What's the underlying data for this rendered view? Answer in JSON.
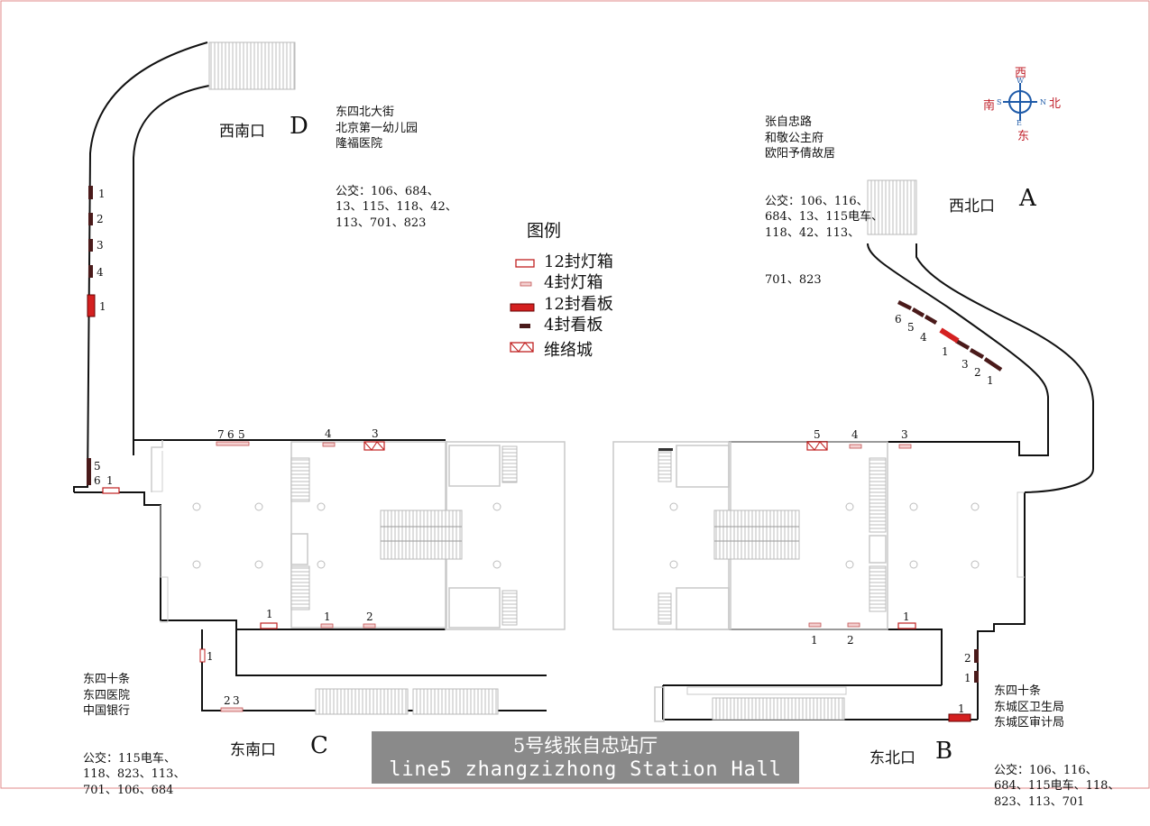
{
  "legend": {
    "title": "图例",
    "items": [
      {
        "label": "12封灯箱",
        "symbol": "lightbox-12"
      },
      {
        "label": "4封灯箱",
        "symbol": "lightbox-4"
      },
      {
        "label": "12封看板",
        "symbol": "board-12"
      },
      {
        "label": "4封看板",
        "symbol": "board-4"
      },
      {
        "label": "维络城",
        "symbol": "vlocity"
      }
    ]
  },
  "compass": {
    "west": "西",
    "west_s": "W",
    "east": "东",
    "east_s": "E",
    "south": "南",
    "south_s": "S",
    "north": "北",
    "north_s": "N"
  },
  "exits": {
    "d": {
      "name": "西南口",
      "letter": "D",
      "info": [
        "东四北大街",
        "北京第一幼儿园",
        "隆福医院",
        "公交：106、684、",
        "13、115、118、42、",
        "113、701、823"
      ]
    },
    "a": {
      "name": "西北口",
      "letter": "A",
      "info": [
        "张自忠路",
        "和敬公主府",
        "欧阳予倩故居",
        "公交：106、116、",
        "684、13、115电车、",
        "118、42、113、",
        "701、823"
      ]
    },
    "c": {
      "name": "东南口",
      "letter": "C",
      "info": [
        "东四十条",
        "东四医院",
        "中国银行",
        "公交：115电车、",
        "118、823、113、",
        "701、106、684"
      ]
    },
    "b": {
      "name": "东北口",
      "letter": "B",
      "info": [
        "东四十条",
        "东城区卫生局",
        "东城区审计局",
        "公交：106、116、",
        "684、115电车、118、",
        "823、113、701"
      ]
    }
  },
  "banner": {
    "line1": "5号线张自忠站厅",
    "line2": "line5 zhangzizhong Station Hall"
  },
  "numbers": {
    "d_corridor": [
      "1",
      "2",
      "3",
      "4",
      "1"
    ],
    "d_bottom": [
      "5",
      "6",
      "1"
    ],
    "west_top": [
      "7",
      "6",
      "5",
      "4",
      "3"
    ],
    "west_bottom": [
      "1",
      "1",
      "2"
    ],
    "c_side": [
      "1",
      "2",
      "3"
    ],
    "east_top": [
      "5",
      "4",
      "3"
    ],
    "east_bottom": [
      "1",
      "2",
      "1"
    ],
    "b_side": [
      "2",
      "1",
      "1"
    ],
    "a_ramp": [
      "6",
      "5",
      "4",
      "1",
      "3",
      "2",
      "1"
    ]
  }
}
